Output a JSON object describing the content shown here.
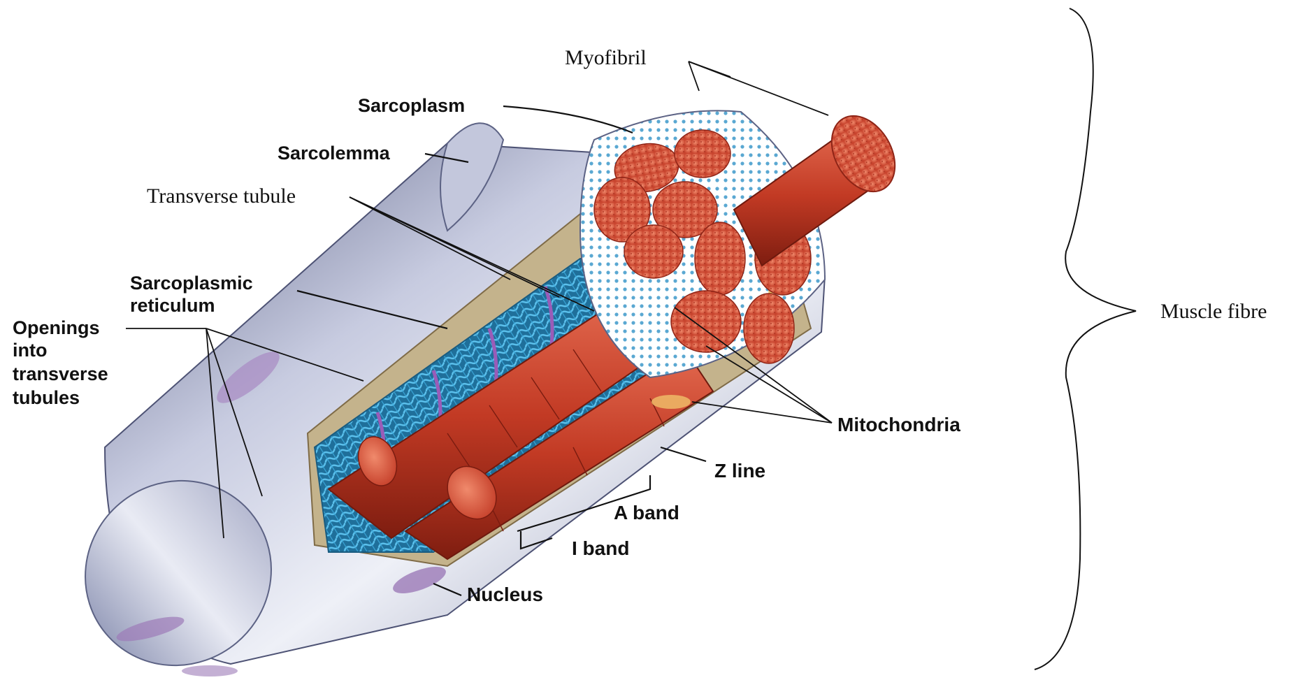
{
  "labels": {
    "myofibril": "Myofibril",
    "sarcoplasm": "Sarcoplasm",
    "sarcolemma": "Sarcolemma",
    "transverse_tubule": "Transverse tubule",
    "sarcoplasmic_line1": "Sarcoplasmic",
    "sarcoplasmic_line2": "reticulum",
    "openings_line1": "Openings",
    "openings_line2": "into",
    "openings_line3": "transverse",
    "openings_line4": "tubules",
    "mitochondria": "Mitochondria",
    "z_line": "Z line",
    "a_band": "A band",
    "i_band": "I band",
    "nucleus": "Nucleus",
    "muscle_fibre": "Muscle fibre"
  },
  "colors": {
    "sarcolemma": "#b9bdd6",
    "myofibril_red": "#c8442e",
    "myofibril_dark": "#8e2416",
    "mitochondria": "#e06a4f",
    "reticulum_blue": "#3aa6d8",
    "tubule_purple": "#9a5cb8",
    "membrane_dots": "#6fb4d8"
  }
}
